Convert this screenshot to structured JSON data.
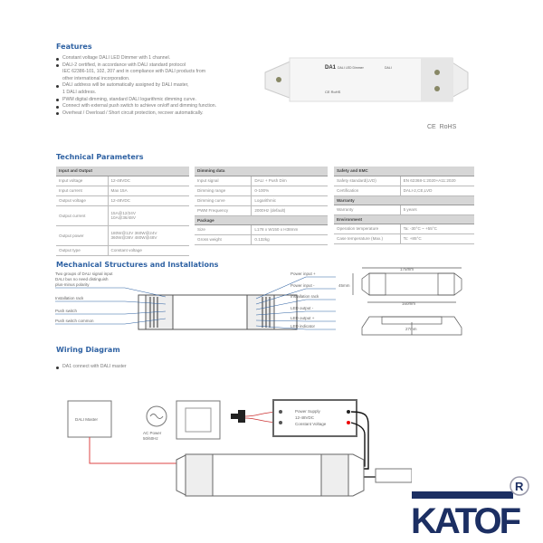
{
  "features": {
    "title": "Features",
    "items": [
      [
        "Constant voltage DALI LED Dimmer with 1 channel."
      ],
      [
        "DALI-2 certified, in accordance with DALI standard protocol",
        "IEC 62386-101, 102, 207 and in compliance with DALI products from",
        "other international incorporation."
      ],
      [
        "DALI address will be automatically assigned by DALI master,",
        "1 DALI address."
      ],
      [
        "PWM digital dimming, standard DALI logarithmic dimming curve."
      ],
      [
        "Connect with external push switch to achieve on/off and dimming function."
      ],
      [
        "Overheat / Overload / Short circuit protection, recover automatically."
      ]
    ]
  },
  "product": {
    "model": "DA1",
    "name": "DALI LED Dimmer",
    "brand": "DALI",
    "cert": "CE RoHS"
  },
  "certifications": "CE  RoHS",
  "tech": {
    "title": "Technical Parameters",
    "io": {
      "header": "Input and Output",
      "rows": [
        [
          "Input voltage",
          "12-48VDC"
        ],
        [
          "Input current",
          "Max 15A"
        ],
        [
          "Output voltage",
          "12-48VDC"
        ],
        [
          "Output current",
          "15A@12/24V\n10A@36/48V"
        ],
        [
          "Output power",
          "180W@12V  360W@24V\n360W@36V  480W@48V"
        ],
        [
          "Output type",
          "Constant voltage"
        ]
      ]
    },
    "dimming": {
      "header": "Dimming data",
      "rows": [
        [
          "Input signal",
          "DALI + Push Dim"
        ],
        [
          "Dimming range",
          "0-100%"
        ],
        [
          "Dimming curve",
          "Logarithmic"
        ],
        [
          "PWM Frequency",
          "2000Hz (default)"
        ]
      ]
    },
    "package": {
      "header": "Package",
      "rows": [
        [
          "Size",
          "L178 x W150 x H38mm"
        ],
        [
          "Gross weight",
          "0.132kg"
        ]
      ]
    },
    "safety": {
      "header": "Safety and EMC",
      "rows": [
        [
          "Safety standard(LVD)",
          "EN 62368-1:2020+A11:2020"
        ],
        [
          "Certification",
          "DALI-2,CE,LVD"
        ]
      ]
    },
    "warranty": {
      "header": "Warranty",
      "rows": [
        [
          "Warranty",
          "5 years"
        ]
      ]
    },
    "environment": {
      "header": "Environment",
      "rows": [
        [
          "Operation temperature",
          "Ta: -30°C ~ +55°C"
        ],
        [
          "Case temperature (Max.)",
          "Tc: +85°C"
        ]
      ]
    }
  },
  "mech": {
    "title": "Mechanical Structures and Installations",
    "left": [
      "Two groups of DALI signal input",
      "DALI bus no need distinguish",
      "plus-minus polarity",
      "Installation rack",
      "Push switch",
      "Push switch common"
    ],
    "right": [
      "Power input +",
      "Power input -",
      "Installation rack",
      "LED output -",
      "LED output +",
      "LED indicator"
    ],
    "dims": {
      "length": "175mm",
      "width": "45mm",
      "hole": "160mm",
      "height": "27mm"
    }
  },
  "wiring": {
    "title": "Wiring Diagram",
    "bullet": "DA1 connect with DALI master",
    "master": "DALI Master",
    "ac": [
      "AC Power",
      "50/60Hz"
    ],
    "psu": [
      "Power Supply",
      "12-48VDC",
      "Constant Voltage"
    ]
  },
  "logo": {
    "text": "KATOF",
    "mark": "R",
    "color": "#1c2f63"
  }
}
